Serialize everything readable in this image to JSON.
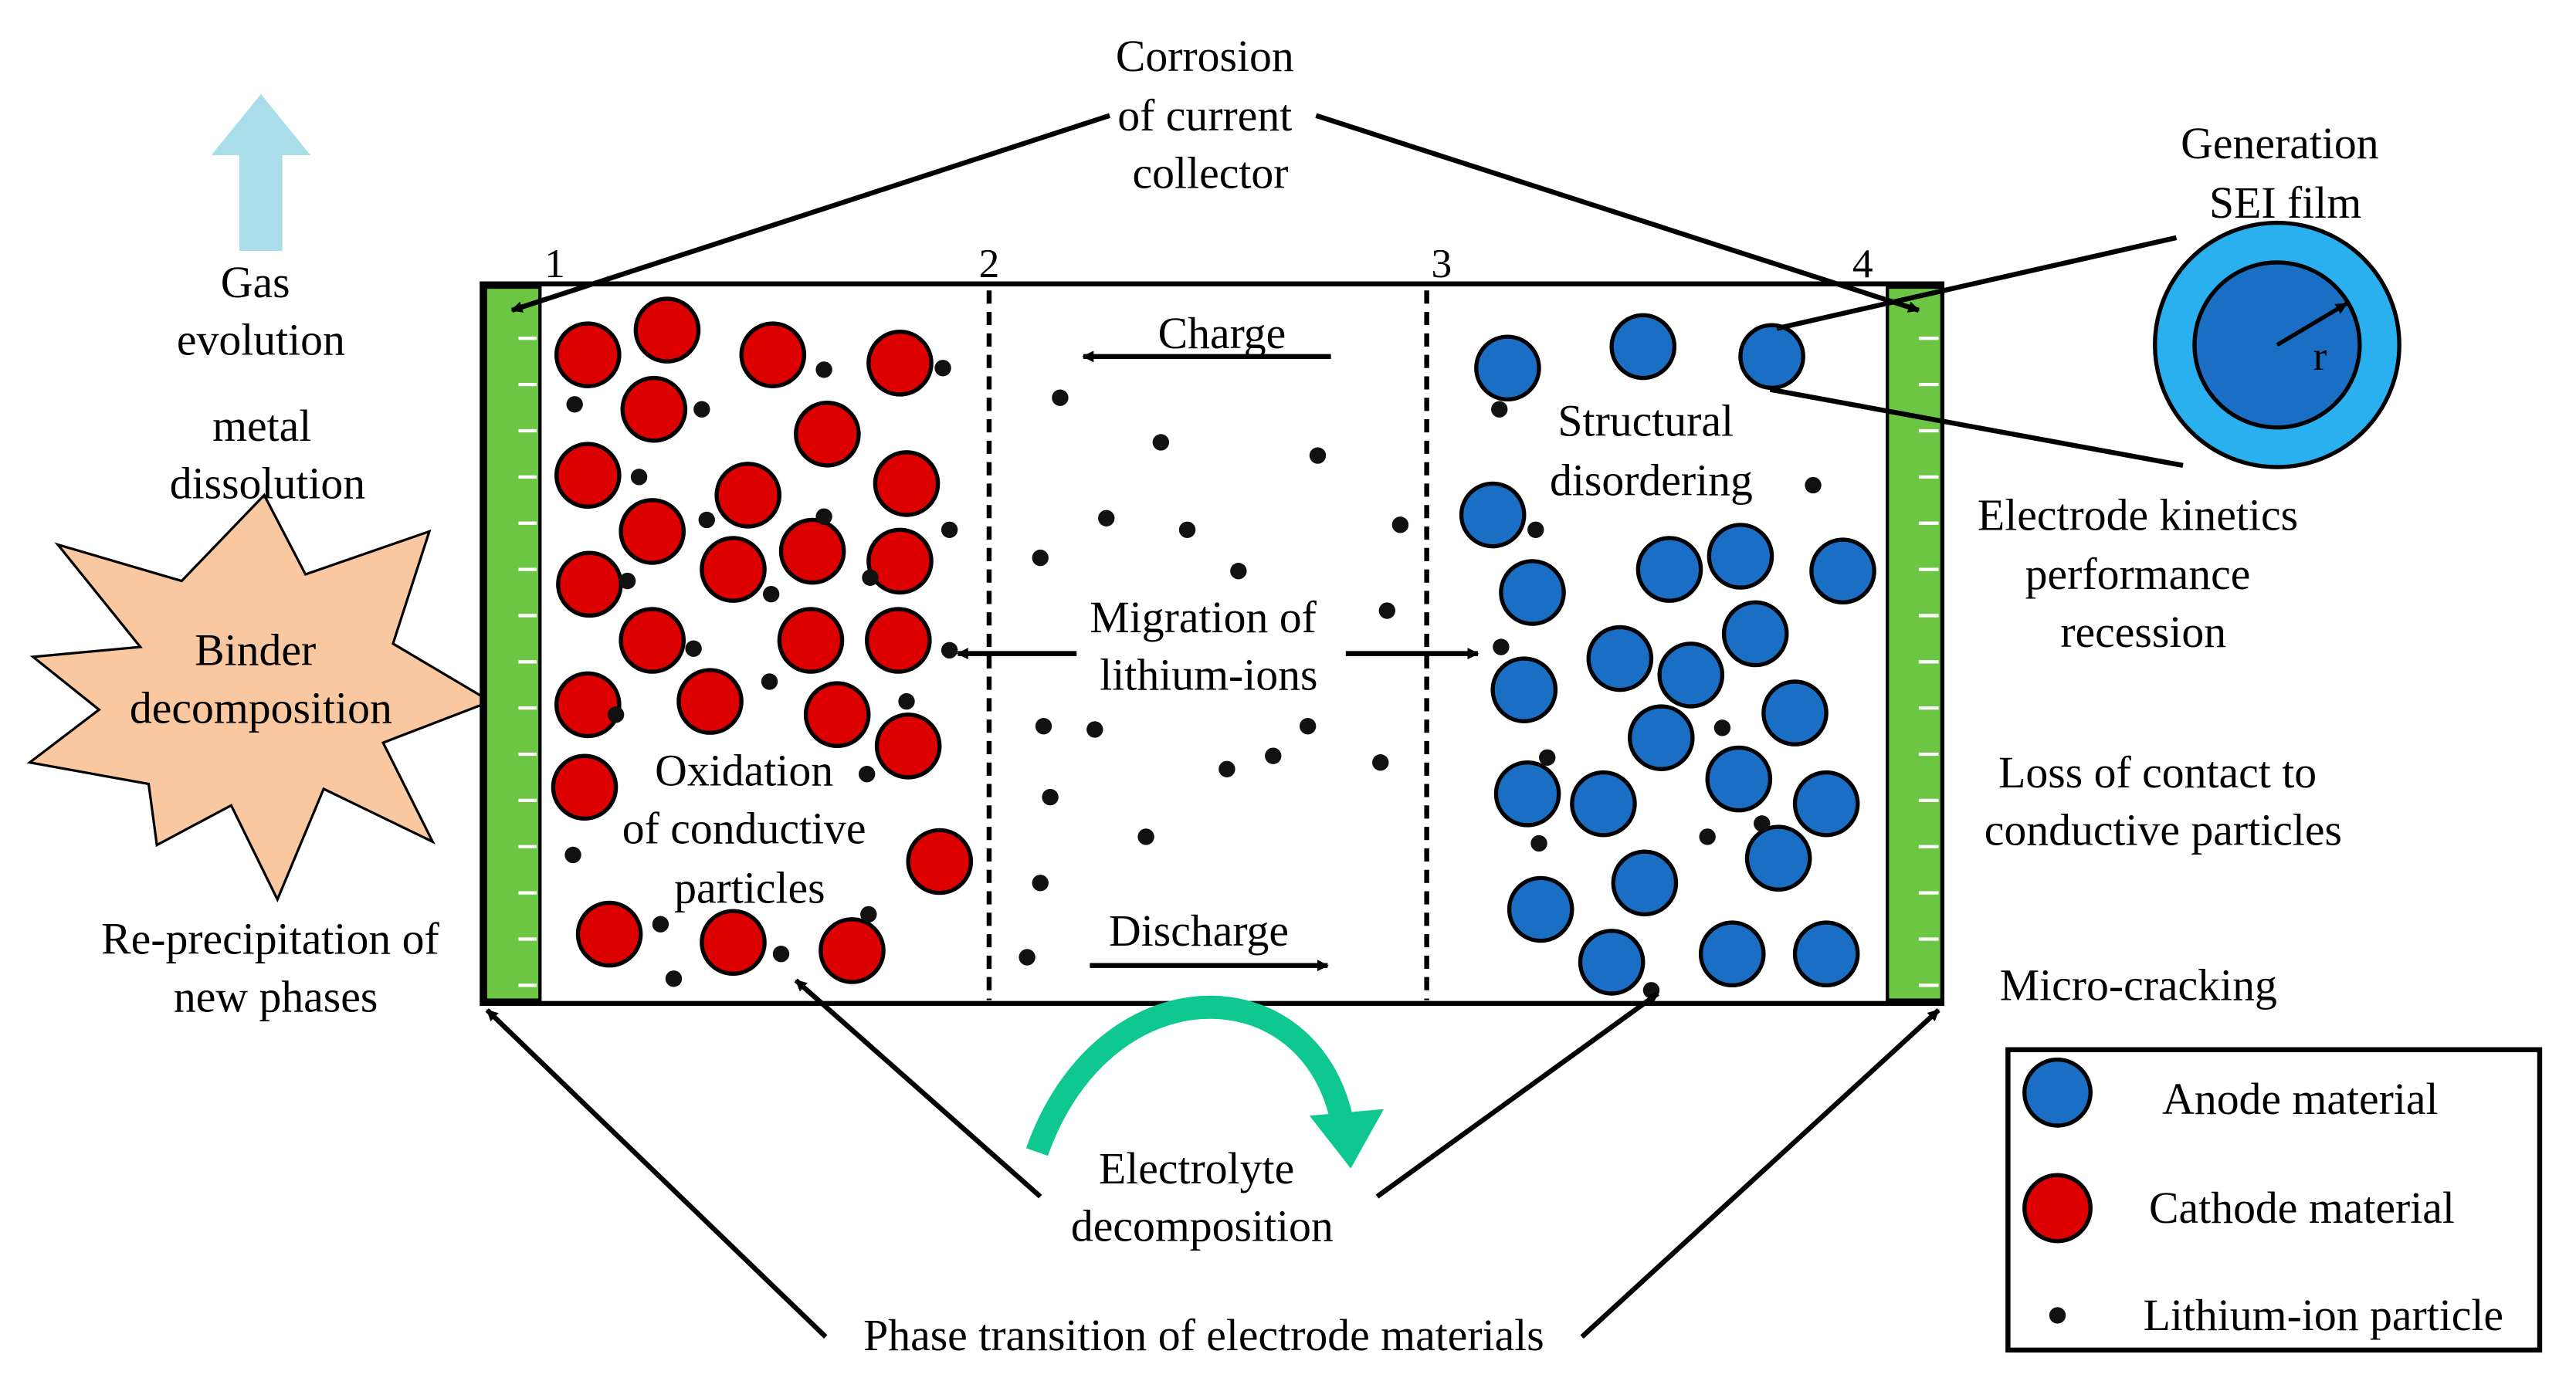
{
  "labels": {
    "corrosion": [
      "Corrosion",
      "of current",
      "collector"
    ],
    "gas": [
      "Gas",
      "evolution"
    ],
    "metal": [
      "metal",
      "dissolution"
    ],
    "binder": [
      "Binder",
      "decomposition"
    ],
    "reprecip": [
      "Re-precipitation of",
      "new phases"
    ],
    "oxidation": [
      "Oxidation",
      "of conductive",
      "particles"
    ],
    "charge": "Charge",
    "discharge": "Discharge",
    "migration": [
      "Migration of",
      "lithium-ions"
    ],
    "structural": [
      "Structural",
      "disordering"
    ],
    "sei": [
      "Generation",
      "SEI film"
    ],
    "radius": "r",
    "kinetics": [
      "Electrode kinetics",
      "performance",
      "recession"
    ],
    "contact": [
      "Loss of contact to",
      "conductive particles"
    ],
    "cracking": "Micro-cracking",
    "electrolyte": [
      "Electrolyte",
      "decomposition"
    ],
    "phase": "Phase transition of electrode materials",
    "n1": "1",
    "n2": "2",
    "n3": "3",
    "n4": "4"
  },
  "legend": {
    "anode": "Anode material",
    "cathode": "Cathode material",
    "lithium": "Lithium-ion particle"
  },
  "colors": {
    "collector": "#6cc644",
    "cathode": "#dd0000",
    "anode": "#1a6fc4",
    "sei_outer": "#2ab0ee",
    "binder": "#f9c7a0",
    "gas_arrow": "#a8dde9",
    "electrolyte_arrow": "#0fc890"
  }
}
